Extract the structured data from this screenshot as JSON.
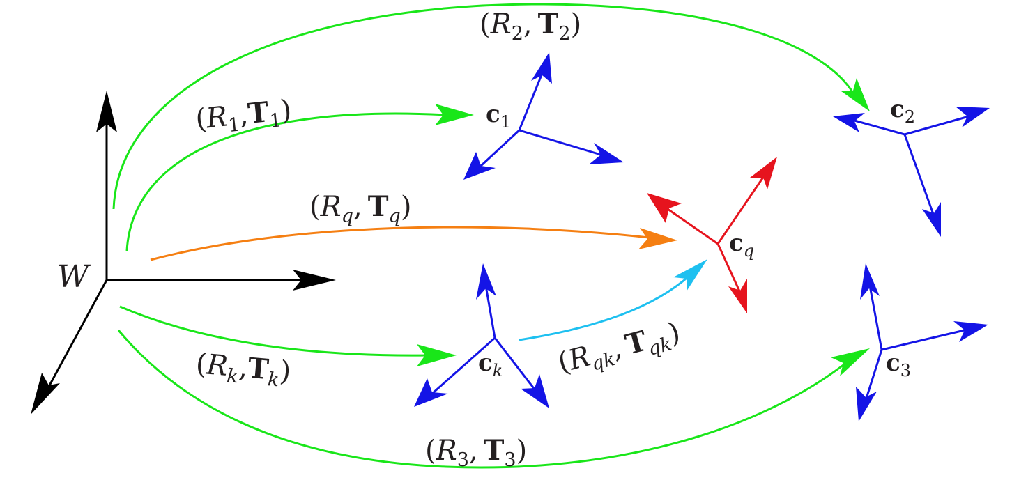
{
  "world": {
    "name": "W",
    "color": "#000000"
  },
  "frames": {
    "c1": {
      "base": "c",
      "sub": "1",
      "color": "#1414e6"
    },
    "c2": {
      "base": "c",
      "sub": "2",
      "color": "#1414e6"
    },
    "ck": {
      "base": "c",
      "sub": "k",
      "color": "#1414e6"
    },
    "c3": {
      "base": "c",
      "sub": "3",
      "color": "#1414e6"
    },
    "cq": {
      "base": "c",
      "sub": "q",
      "color": "#e6141e"
    }
  },
  "transforms": {
    "t1": {
      "R": "R",
      "Rsub": "1",
      "T": "T",
      "Tsub": "1",
      "color": "#19e619"
    },
    "t2": {
      "R": "R",
      "Rsub": "2",
      "T": "T",
      "Tsub": "2",
      "color": "#19e619"
    },
    "tq": {
      "R": "R",
      "Rsub": "q",
      "T": "T",
      "Tsub": "q",
      "color": "#f57f12"
    },
    "tk": {
      "R": "R",
      "Rsub": "k",
      "T": "T",
      "Tsub": "k",
      "color": "#19e619"
    },
    "t3": {
      "R": "R",
      "Rsub": "3",
      "T": "T",
      "Tsub": "3",
      "color": "#19e619"
    },
    "tqk": {
      "R": "R",
      "Rsub": "qk",
      "T": "T",
      "Tsub": "qk",
      "color": "#1ec0f0"
    }
  },
  "punct": {
    "open": "(",
    "comma": ",",
    "close": ")"
  }
}
